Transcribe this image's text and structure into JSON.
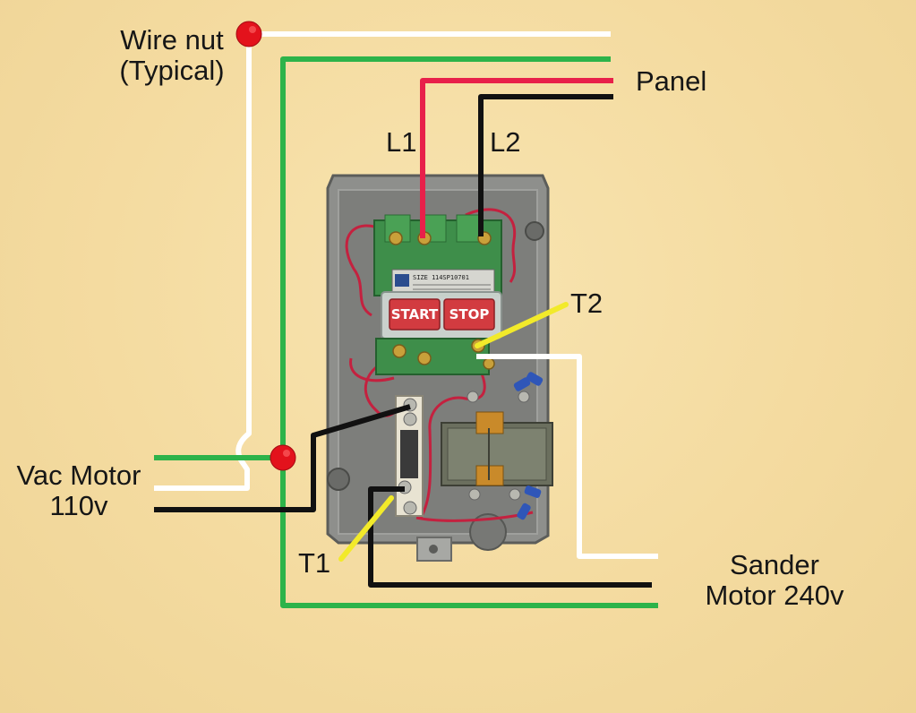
{
  "labels": {
    "wire_nut": "Wire nut\n(Typical)",
    "wire_nut_line1": "Wire nut",
    "wire_nut_line2": "(Typical)",
    "panel": "Panel",
    "l1": "L1",
    "l2": "L2",
    "t2": "T2",
    "t1": "T1",
    "vac_motor_line1": "Vac Motor",
    "vac_motor_line2": "110v",
    "sander_line1": "Sander",
    "sander_line2": "Motor 240v"
  },
  "switch": {
    "start_label": "START",
    "stop_label": "STOP",
    "size_label": "SIZE 1",
    "part_no": "14SP10701"
  },
  "colors": {
    "background": "#F6DFA6",
    "wire_white": "#FFFFFF",
    "wire_green": "#2DB34A",
    "wire_red": "#E8204A",
    "wire_black": "#111111",
    "pointer_yellow": "#F2EA2A",
    "wire_nut_red": "#E3121C",
    "enclosure_gray": "#8E8F8C",
    "contactor_green": "#3E8E4A",
    "start_button": "#D23B40",
    "stop_button": "#D23B40"
  },
  "icons": {
    "wire_nut": "red-dot",
    "enclosure": "magnetic-starter-photo"
  }
}
